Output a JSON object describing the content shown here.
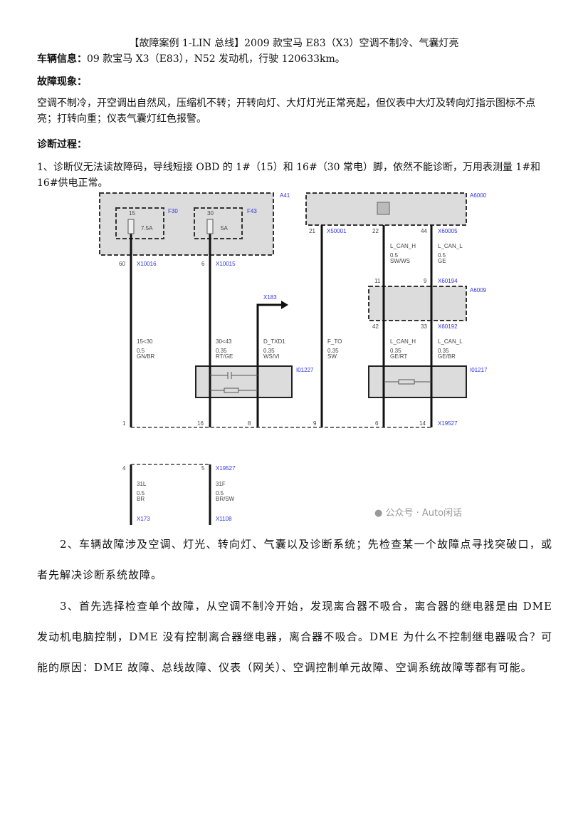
{
  "title": "【故障案例 1-LIN 总线】2009 款宝马 E83（X3）空调不制冷、气囊灯亮",
  "vehicle_label": "车辆信息：",
  "vehicle_info": "09 款宝马 X3（E83），N52 发动机，行驶 120633km。",
  "symptom_heading": "故障现象：",
  "symptom_text": "空调不制冷，开空调出自然风，压缩机不转；开转向灯、大灯灯光正常亮起，但仪表中大灯及转向灯指示图标不点亮；打转向重；仪表气囊灯红色报警。",
  "diag_heading": "诊断过程：",
  "step1": "1、诊断仪无法读故障码，导线短接 OBD 的 1#（15）和 16#（30 常电）脚，依然不能诊断，万用表测量 1#和 16#供电正常。",
  "step2": "2、车辆故障涉及空调、灯光、转向灯、气囊以及诊断系统；先检查某一个故障点寻找突破口，或者先解决诊断系统故障。",
  "step3": "3、首先选择检查单个故障，从空调不制冷开始，发现离合器不吸合，离合器的继电器是由 DME 发动机电脑控制，DME 没有控制离合器继电器，离合器不吸合。DME 为什么不控制继电器吸合？可能的原因：DME 故障、总线故障、仪表（网关）、空调控制单元故障、空调系统故障等都有可能。",
  "watermark": "公众号 · Auto闲话",
  "diagram": {
    "a41": "A41",
    "f30": "F30",
    "f43": "F43",
    "f30_pin": "15",
    "f43_pin": "30",
    "f30_rating": "7.5A",
    "f43_rating": "5A",
    "pin60": "60",
    "x10016": "X10016",
    "pin6": "6",
    "x10015": "X10015",
    "x183": "X183",
    "a6000": "A6000",
    "pin21": "21",
    "x50001": "X50001",
    "pin22": "22",
    "pin44": "44",
    "x60005": "X60005",
    "can_h": "L_CAN_H",
    "can_l": "L_CAN_L",
    "w05": "0.5",
    "swws": "SW/WS",
    "ge": "GE",
    "pin11": "11",
    "pin9": "9",
    "x60194": "X60194",
    "a6009": "A6009",
    "pin42": "42",
    "pin33": "33",
    "x60192": "X60192",
    "w1530": "15<30",
    "gnbr": "GN/BR",
    "w3043": "30<43",
    "w035": "0.35",
    "rtge": "RT/GE",
    "dtxd1": "D_TXD1",
    "wsvi": "WS/VI",
    "fto": "F_TO",
    "sw": "SW",
    "gert": "GE/RT",
    "gebr": "GE/BR",
    "i01227": "I01227",
    "i01217": "I01217",
    "b1": "1",
    "b16": "16",
    "b8": "8",
    "b9": "9",
    "b6": "6",
    "b14": "14",
    "x19527": "X19527",
    "b4": "4",
    "b5": "5",
    "x19527b": "X19527",
    "w31l": "31L",
    "br": "BR",
    "w31f": "31F",
    "brsw": "BR/SW",
    "x173": "X173",
    "x1108": "X1108"
  }
}
